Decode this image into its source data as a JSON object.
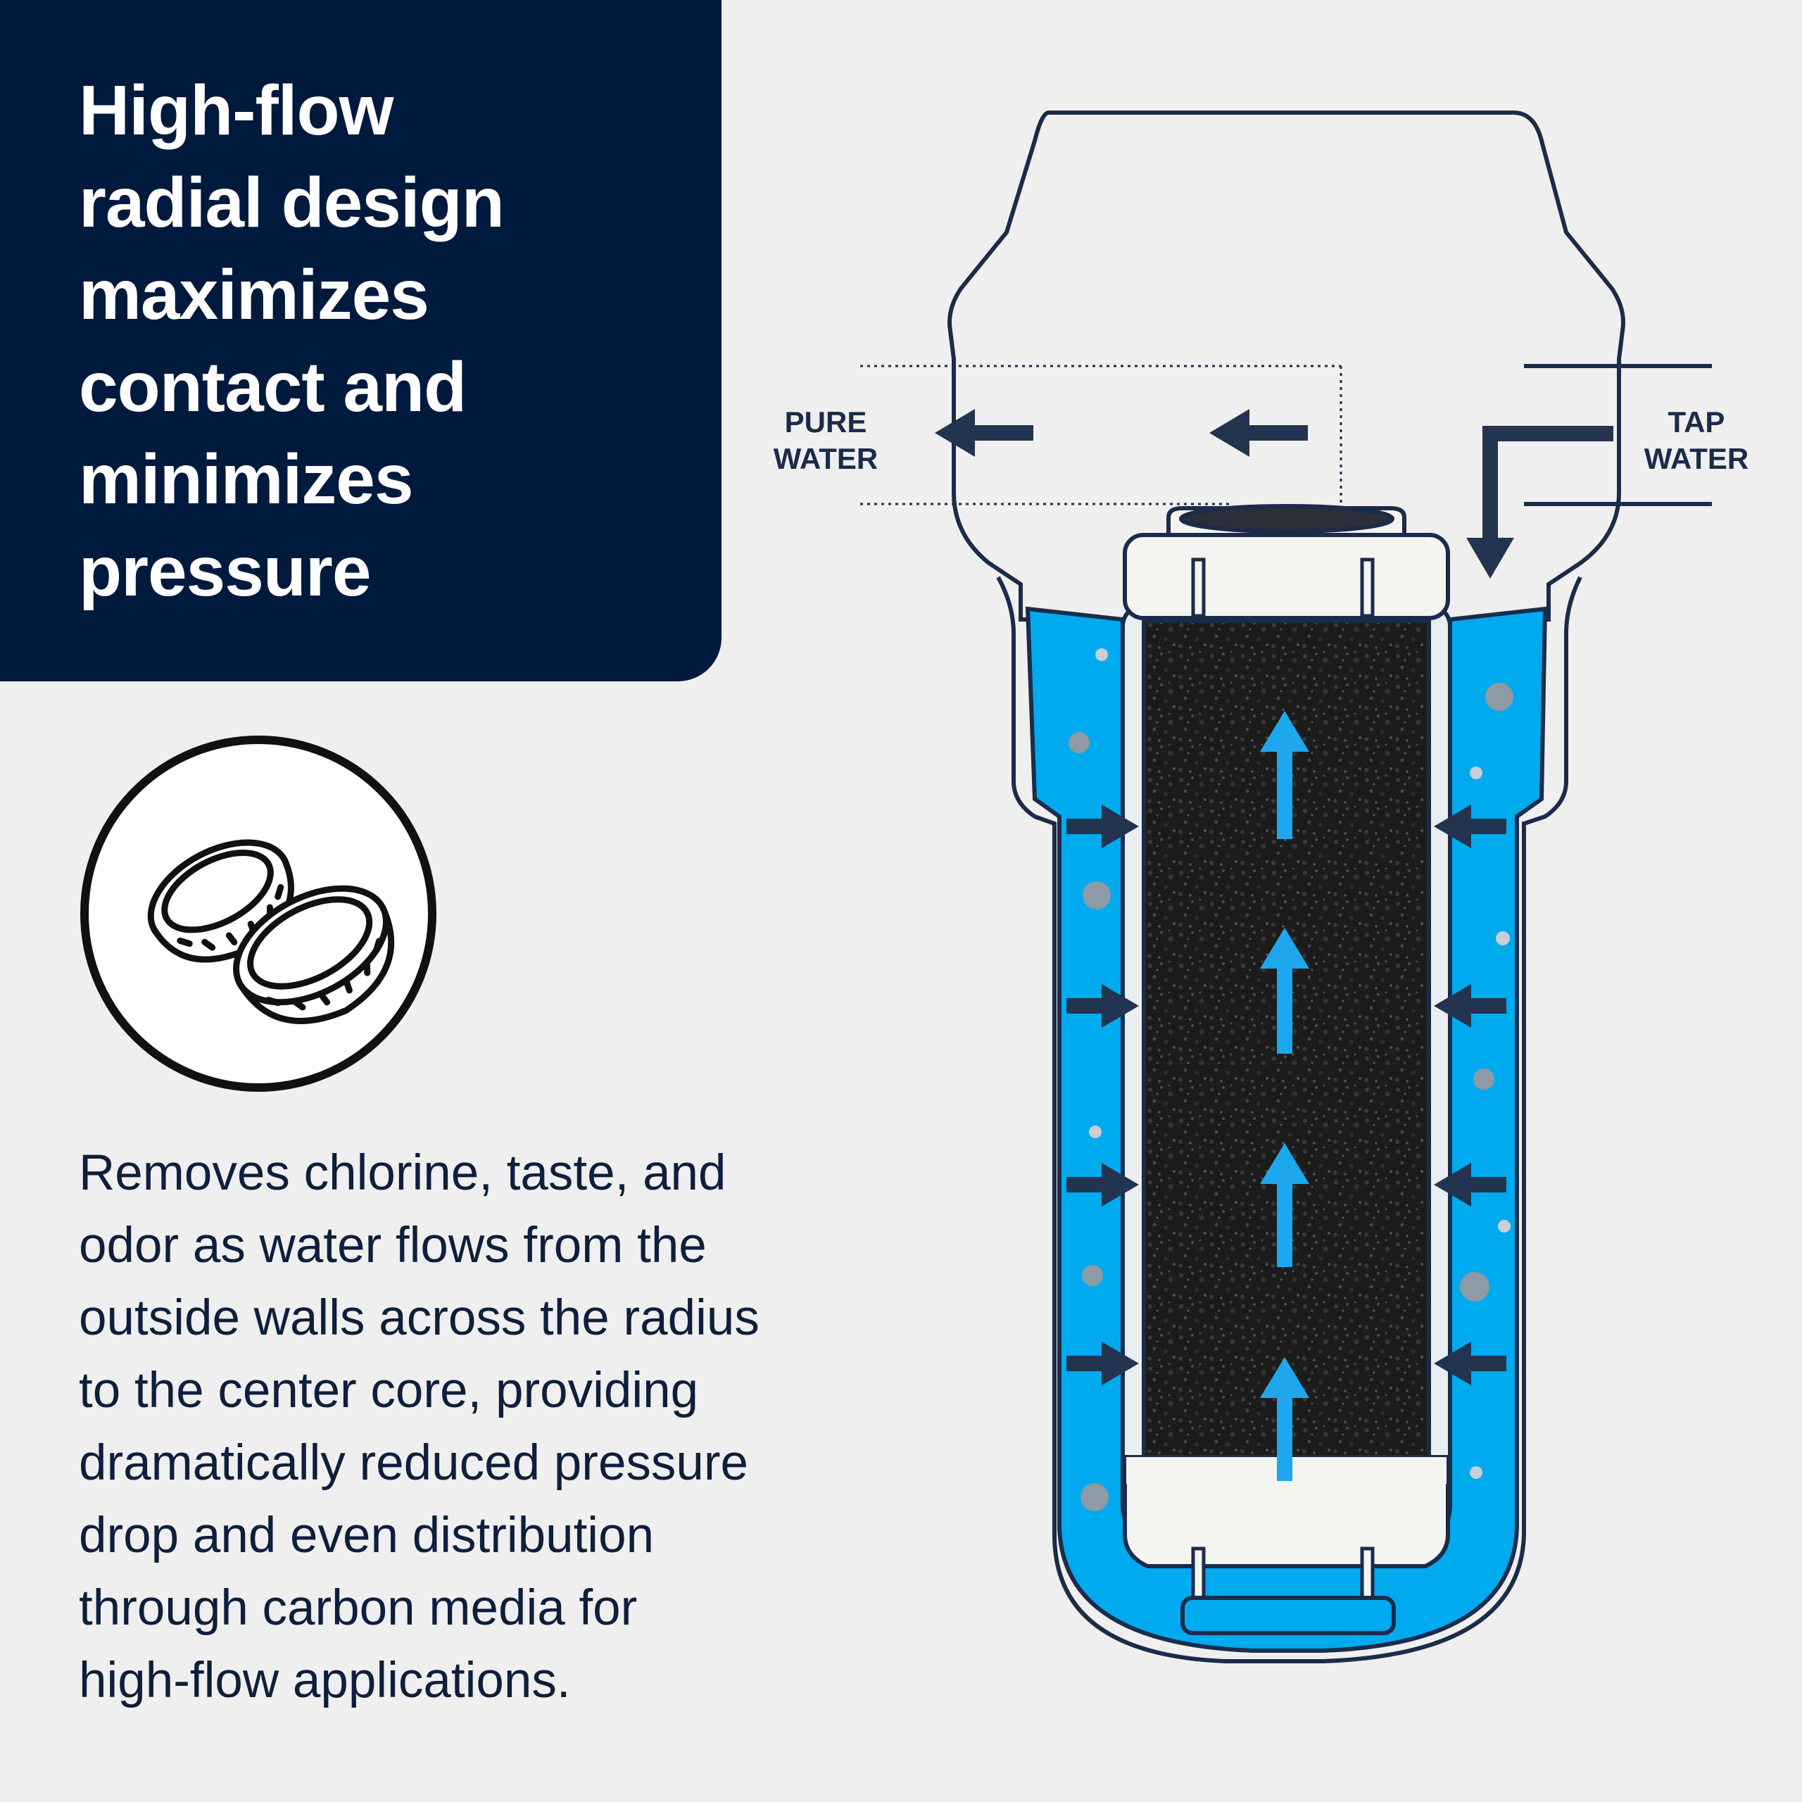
{
  "headline": {
    "lines": [
      "High-flow",
      "radial design",
      "maximizes",
      "contact and",
      "minimizes",
      "pressure"
    ]
  },
  "description": {
    "lines": [
      "Removes chlorine, taste, and",
      "odor as water flows from the",
      "outside walls across the radius",
      "to the center core, providing",
      "dramatically reduced pressure",
      "drop and even distribution",
      "through carbon media for",
      "high-flow applications."
    ]
  },
  "diagram": {
    "pure_water_label": [
      "PURE",
      "WATER"
    ],
    "tap_water_label": [
      "TAP",
      "WATER"
    ]
  },
  "icons": {
    "feature_icon": "coconut-shell-icon"
  },
  "colors": {
    "navy": "#001a3d",
    "water_blue": "#00aaee",
    "arrow_blue": "#1ea7ec",
    "outline": "#1b2c4a",
    "carbon": "#1c1c1c",
    "background": "#efefef"
  }
}
